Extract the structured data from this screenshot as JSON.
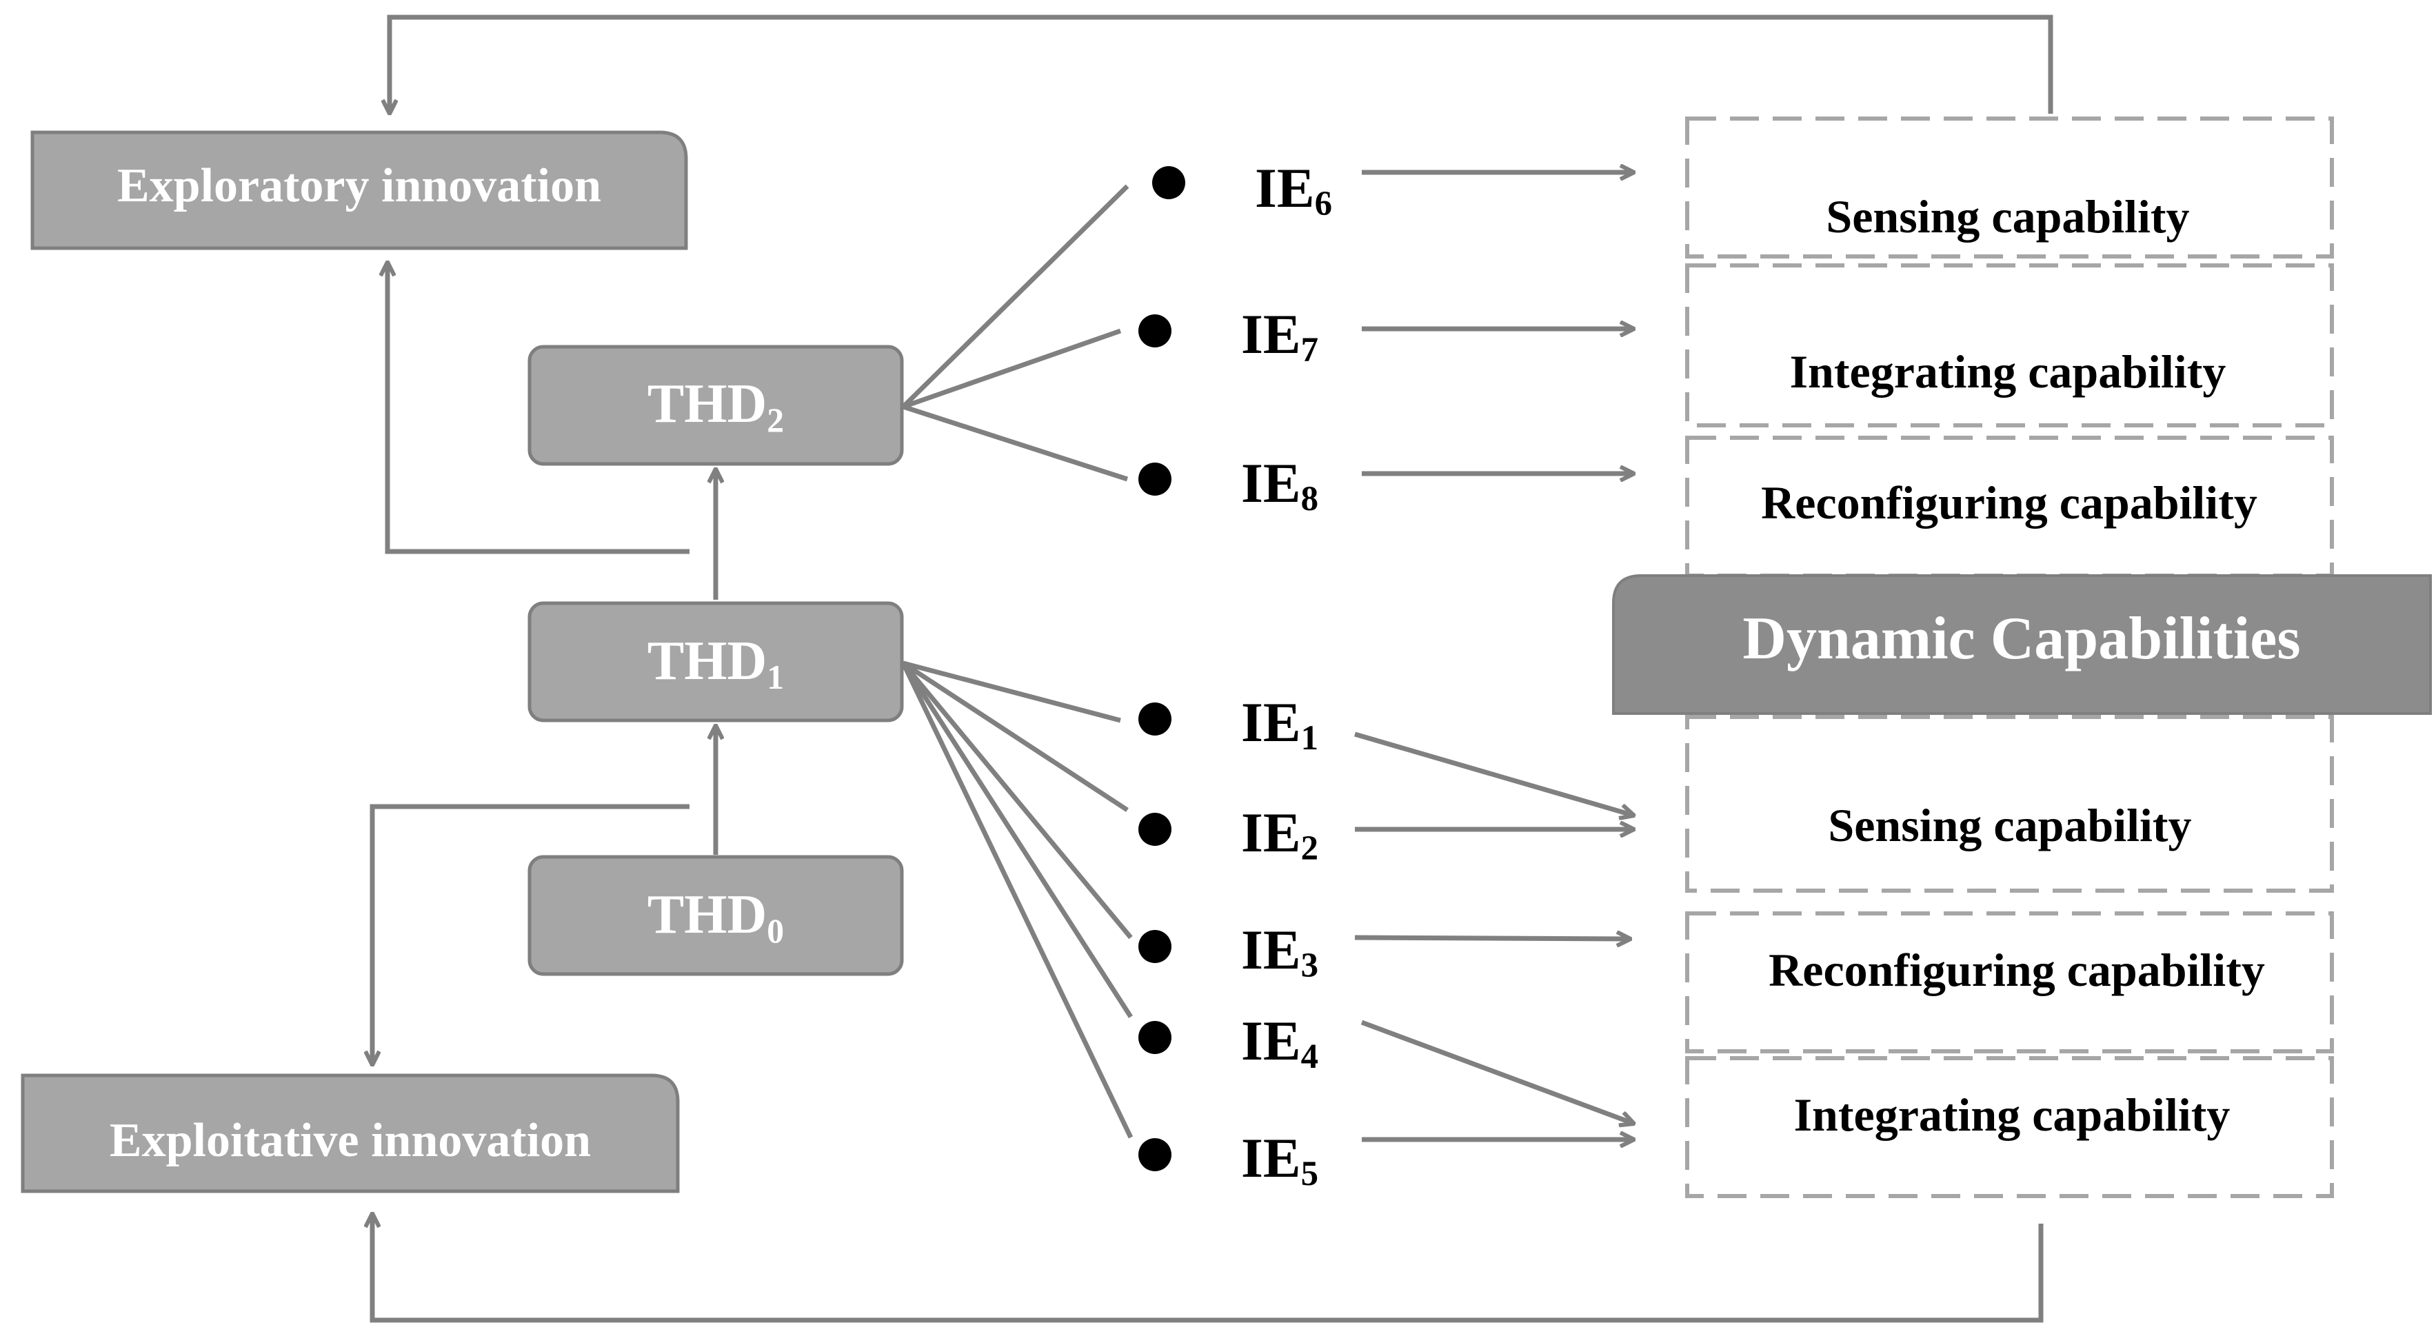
{
  "colors": {
    "box_fill": "#a6a6a6",
    "box_stroke": "#7f7f7f",
    "dark_fill": "#8c8c8c",
    "line": "#808080",
    "dash": "#a6a6a6",
    "dot": "#000000",
    "box_text": "#ffffff",
    "label_text": "#000000"
  },
  "innovation": {
    "exploratory": "Exploratory innovation",
    "exploitative": "Exploitative innovation"
  },
  "thd": {
    "thd2": {
      "base": "THD",
      "sub": "2"
    },
    "thd1": {
      "base": "THD",
      "sub": "1"
    },
    "thd0": {
      "base": "THD",
      "sub": "0"
    }
  },
  "ie": [
    {
      "base": "IE",
      "sub": "6"
    },
    {
      "base": "IE",
      "sub": "7"
    },
    {
      "base": "IE",
      "sub": "8"
    },
    {
      "base": "IE",
      "sub": "1"
    },
    {
      "base": "IE",
      "sub": "2"
    },
    {
      "base": "IE",
      "sub": "3"
    },
    {
      "base": "IE",
      "sub": "4"
    },
    {
      "base": "IE",
      "sub": "5"
    }
  ],
  "capabilities_top": [
    "Sensing capability",
    "Integrating capability",
    "Reconfiguring capability"
  ],
  "dynamic_capabilities": "Dynamic Capabilities",
  "capabilities_bottom": [
    "Sensing capability",
    "Reconfiguring capability",
    "Integrating capability"
  ]
}
